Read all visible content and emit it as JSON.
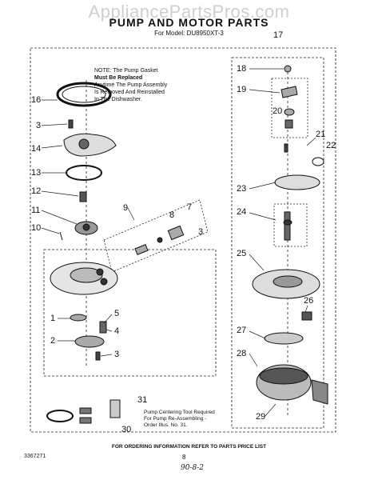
{
  "watermark": "AppliancePartsPros.com",
  "title": "PUMP AND MOTOR PARTS",
  "model_line": "For Model: DU8950XT-3",
  "note": {
    "line1": "NOTE: The Pump Gasket",
    "line2": "Must Be Replaced",
    "line3": "Anytime The Pump Assembly",
    "line4": "Is Removed And Reinstalled",
    "line5": "In The Dishwasher."
  },
  "tool_note": {
    "line1": "Pump Centering Tool Required",
    "line2": "For Pump Re-Assembling -",
    "line3": "Order Illus. No. 31."
  },
  "callouts": {
    "c1": "1",
    "c2": "2",
    "c3a": "3",
    "c3b": "3",
    "c3c": "3",
    "c4": "4",
    "c5": "5",
    "c7": "7",
    "c8": "8",
    "c9": "9",
    "c10": "10",
    "c11": "11",
    "c12": "12",
    "c13": "13",
    "c14": "14",
    "c16": "16",
    "c17": "17",
    "c18": "18",
    "c19": "19",
    "c20": "20",
    "c21": "21",
    "c22": "22",
    "c23": "23",
    "c24": "24",
    "c25": "25",
    "c26": "26",
    "c27": "27",
    "c28": "28",
    "c29": "29",
    "c30": "30",
    "c31": "31"
  },
  "footer": "FOR ORDERING INFORMATION REFER TO PARTS PRICE LIST",
  "doc_number": "3367271",
  "page_number": "8",
  "handwritten": "90-8-2"
}
